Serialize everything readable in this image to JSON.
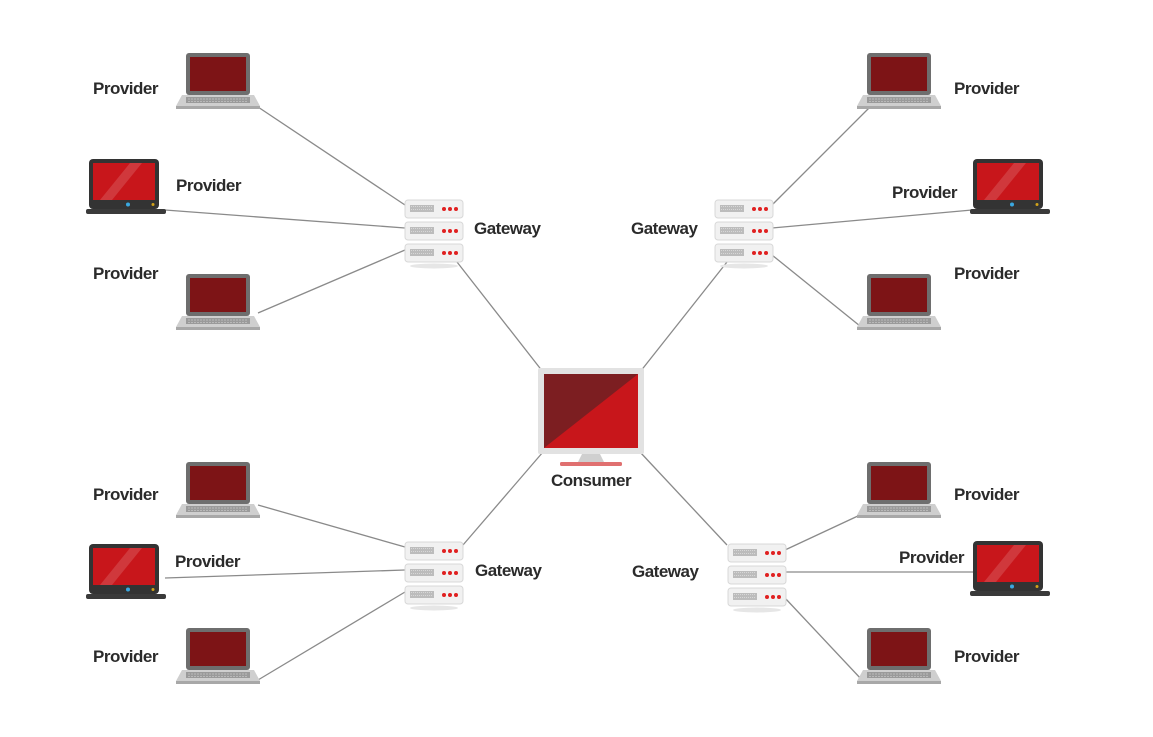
{
  "diagram": {
    "type": "network-topology",
    "consumer": {
      "label": "Consumer",
      "icon": "desktop-monitor-icon",
      "color": "#d42020"
    },
    "gateways": [
      {
        "id": "gw-top-left",
        "label": "Gateway",
        "icon": "server-rack-icon",
        "providers": [
          {
            "label": "Provider",
            "icon": "laptop-gray-icon"
          },
          {
            "label": "Provider",
            "icon": "laptop-black-icon"
          },
          {
            "label": "Provider",
            "icon": "laptop-gray-icon"
          }
        ]
      },
      {
        "id": "gw-top-right",
        "label": "Gateway",
        "icon": "server-rack-icon",
        "providers": [
          {
            "label": "Provider",
            "icon": "laptop-gray-icon"
          },
          {
            "label": "Provider",
            "icon": "laptop-black-icon"
          },
          {
            "label": "Provider",
            "icon": "laptop-gray-icon"
          }
        ]
      },
      {
        "id": "gw-bottom-left",
        "label": "Gateway",
        "icon": "server-rack-icon",
        "providers": [
          {
            "label": "Provider",
            "icon": "laptop-gray-icon"
          },
          {
            "label": "Provider",
            "icon": "laptop-black-icon"
          },
          {
            "label": "Provider",
            "icon": "laptop-gray-icon"
          }
        ]
      },
      {
        "id": "gw-bottom-right",
        "label": "Gateway",
        "icon": "server-rack-icon",
        "providers": [
          {
            "label": "Provider",
            "icon": "laptop-gray-icon"
          },
          {
            "label": "Provider",
            "icon": "laptop-black-icon"
          },
          {
            "label": "Provider",
            "icon": "laptop-gray-icon"
          }
        ]
      }
    ],
    "colors": {
      "accent_red": "#c8161b",
      "dark_red": "#7d1416",
      "line": "#8a8a8a"
    }
  }
}
